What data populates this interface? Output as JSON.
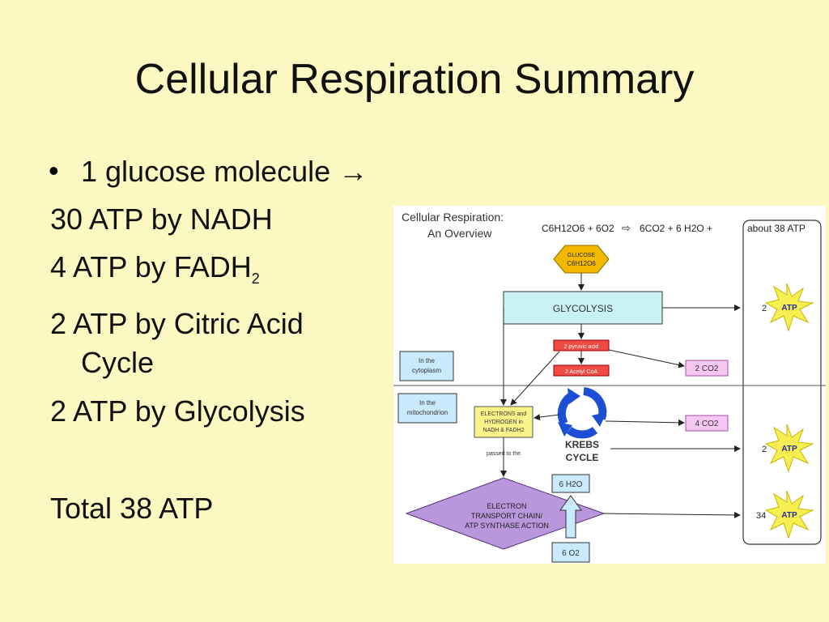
{
  "slide": {
    "title": "Cellular Respiration Summary",
    "bullet_symbol": "•",
    "bullet_text": "1 glucose molecule",
    "arrow_symbol": "→",
    "lines": [
      "30 ATP by NADH",
      "4 ATP by FADH",
      "2 ATP by Citric Acid",
      "Cycle",
      "2 ATP by Glycolysis",
      "Total 38 ATP"
    ],
    "subscript_2": "2"
  },
  "diagram": {
    "title_line1": "Cellular Respiration:",
    "title_line2": "An Overview",
    "equation_left": "C6H12O6 + 6O2",
    "equation_arrow": "⇨",
    "equation_right": "6CO2 + 6 H2O +",
    "equation_atp": "about 38 ATP",
    "glucose_label": "GLUCOSE",
    "glucose_formula": "C6H12O6",
    "glycolysis": "GLYCOLYSIS",
    "pyruvic": "2 pyruvic acid",
    "acetyl": "2 Acetyl CoA",
    "co2_top": "2 CO2",
    "co2_mid": "4 CO2",
    "cytoplasm_1": "In the",
    "cytoplasm_2": "cytoplasm",
    "mito_1": "In the",
    "mito_2": "mitochondrion",
    "electrons_1": "ELECTRONS and",
    "electrons_2": "HYDROGEN in",
    "electrons_3": "NADH & FADH2",
    "passed": "passed to the",
    "krebs_1": "KREBS",
    "krebs_2": "CYCLE",
    "etc_1": "ELECTRON",
    "etc_2": "TRANSPORT CHAIN/",
    "etc_3": "ATP SYNTHASE ACTION",
    "water": "6 H2O",
    "oxygen": "6 O2",
    "atp_label": "ATP",
    "atp_glycolysis": "2",
    "atp_krebs": "2",
    "atp_etc": "34"
  },
  "colors": {
    "background": "#fbf8c1",
    "glucose": "#f2b900",
    "glycolysis_box": "#c9f2f4",
    "red_box": "#f04a45",
    "co2_box": "#f7c6f3",
    "location_box": "#c9eafc",
    "electrons_box": "#f9f48a",
    "etc": "#b897dc",
    "recycle": "#1d4fd6",
    "atp_star": "#f7ee52"
  }
}
